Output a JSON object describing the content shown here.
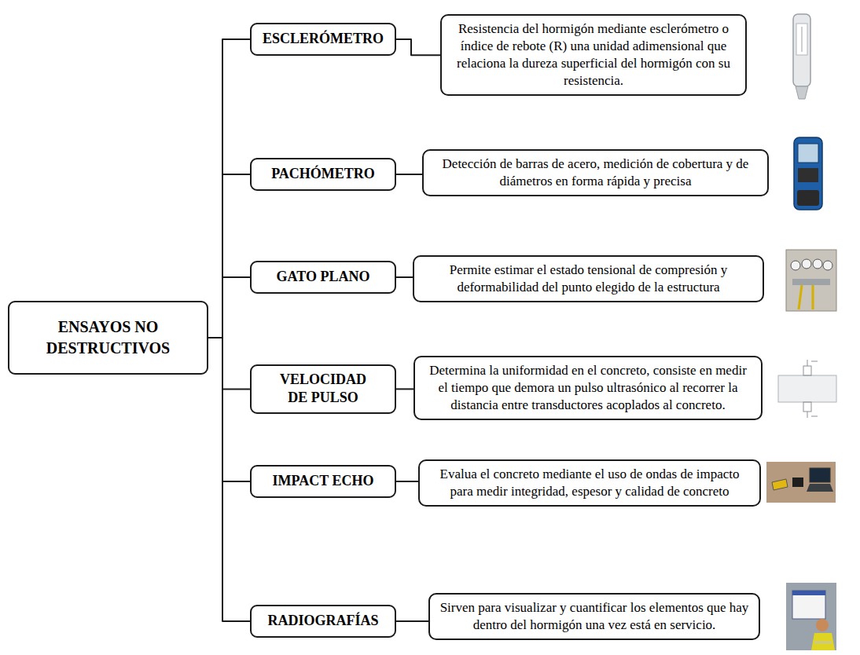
{
  "diagram": {
    "nodes": [
      {
        "text": [
          "ENSAYOS NO DESTRUCTIVOS"
        ]
      },
      {
        "text": [
          "ESCLERÓMETRO"
        ]
      },
      {
        "text": [
          "Resistencia del hormigón mediante esclerómetro o índice de rebote (R) una unidad adimensional que relaciona la dureza superficial del hormigón con su resistencia."
        ]
      },
      {
        "text": [
          "PACHÓMETRO"
        ]
      },
      {
        "text": [
          "Detección de barras de acero, medición de cobertura y de diámetros en forma rápida y precisa"
        ]
      },
      {
        "text": [
          "GATO PLANO"
        ]
      },
      {
        "text": [
          "Permite estimar el estado tensional de compresión y deformabilidad del punto elegido de la estructura"
        ]
      },
      {
        "text": [
          "VELOCIDAD DE PULSO"
        ]
      },
      {
        "text": [
          "Determina la uniformidad en el concreto, consiste en medir el tiempo que demora un pulso ultrasónico al recorrer la distancia entre transductores acoplados al concreto."
        ]
      },
      {
        "text": [
          "IMPACT ECHO"
        ]
      },
      {
        "text": [
          "Evalua el concreto mediante el uso de ondas de impacto para medir integridad, espesor y calidad de concreto"
        ]
      },
      {
        "text": [
          "RADIOGRAFÍAS"
        ]
      },
      {
        "text": [
          "Sirven para visualizar y cuantificar los elementos que hay dentro del hormigón una vez está en servicio."
        ]
      }
    ],
    "edges": [
      {
        "from": 0,
        "to": 1,
        "arrow": "none"
      },
      {
        "from": 0,
        "to": 3,
        "arrow": "none"
      },
      {
        "from": 0,
        "to": 5,
        "arrow": "none"
      },
      {
        "from": 0,
        "to": 7,
        "arrow": "none"
      },
      {
        "from": 0,
        "to": 9,
        "arrow": "none"
      },
      {
        "from": 0,
        "to": 11,
        "arrow": "none"
      },
      {
        "from": 1,
        "to": 2,
        "arrow": "none"
      },
      {
        "from": 3,
        "to": 4,
        "arrow": "none"
      },
      {
        "from": 5,
        "to": 6,
        "arrow": "none"
      },
      {
        "from": 7,
        "to": 8,
        "arrow": "none"
      },
      {
        "from": 9,
        "to": 10,
        "arrow": "none"
      },
      {
        "from": 11,
        "to": 12,
        "arrow": "none"
      }
    ]
  }
}
